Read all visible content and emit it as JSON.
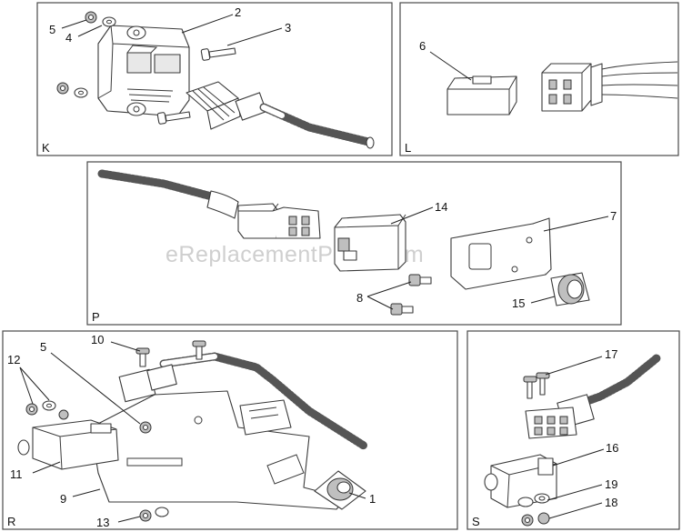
{
  "watermark": "eReplacementParts.com",
  "panels": [
    {
      "label": "K",
      "callouts": [
        "2",
        "3",
        "4",
        "5"
      ]
    },
    {
      "label": "L",
      "callouts": [
        "6"
      ]
    },
    {
      "label": "P",
      "callouts": [
        "14",
        "7",
        "8",
        "15"
      ]
    },
    {
      "label": "R",
      "callouts": [
        "10",
        "5",
        "12",
        "11",
        "9",
        "13",
        "1"
      ]
    },
    {
      "label": "S",
      "callouts": [
        "17",
        "16",
        "19",
        "18"
      ]
    }
  ]
}
